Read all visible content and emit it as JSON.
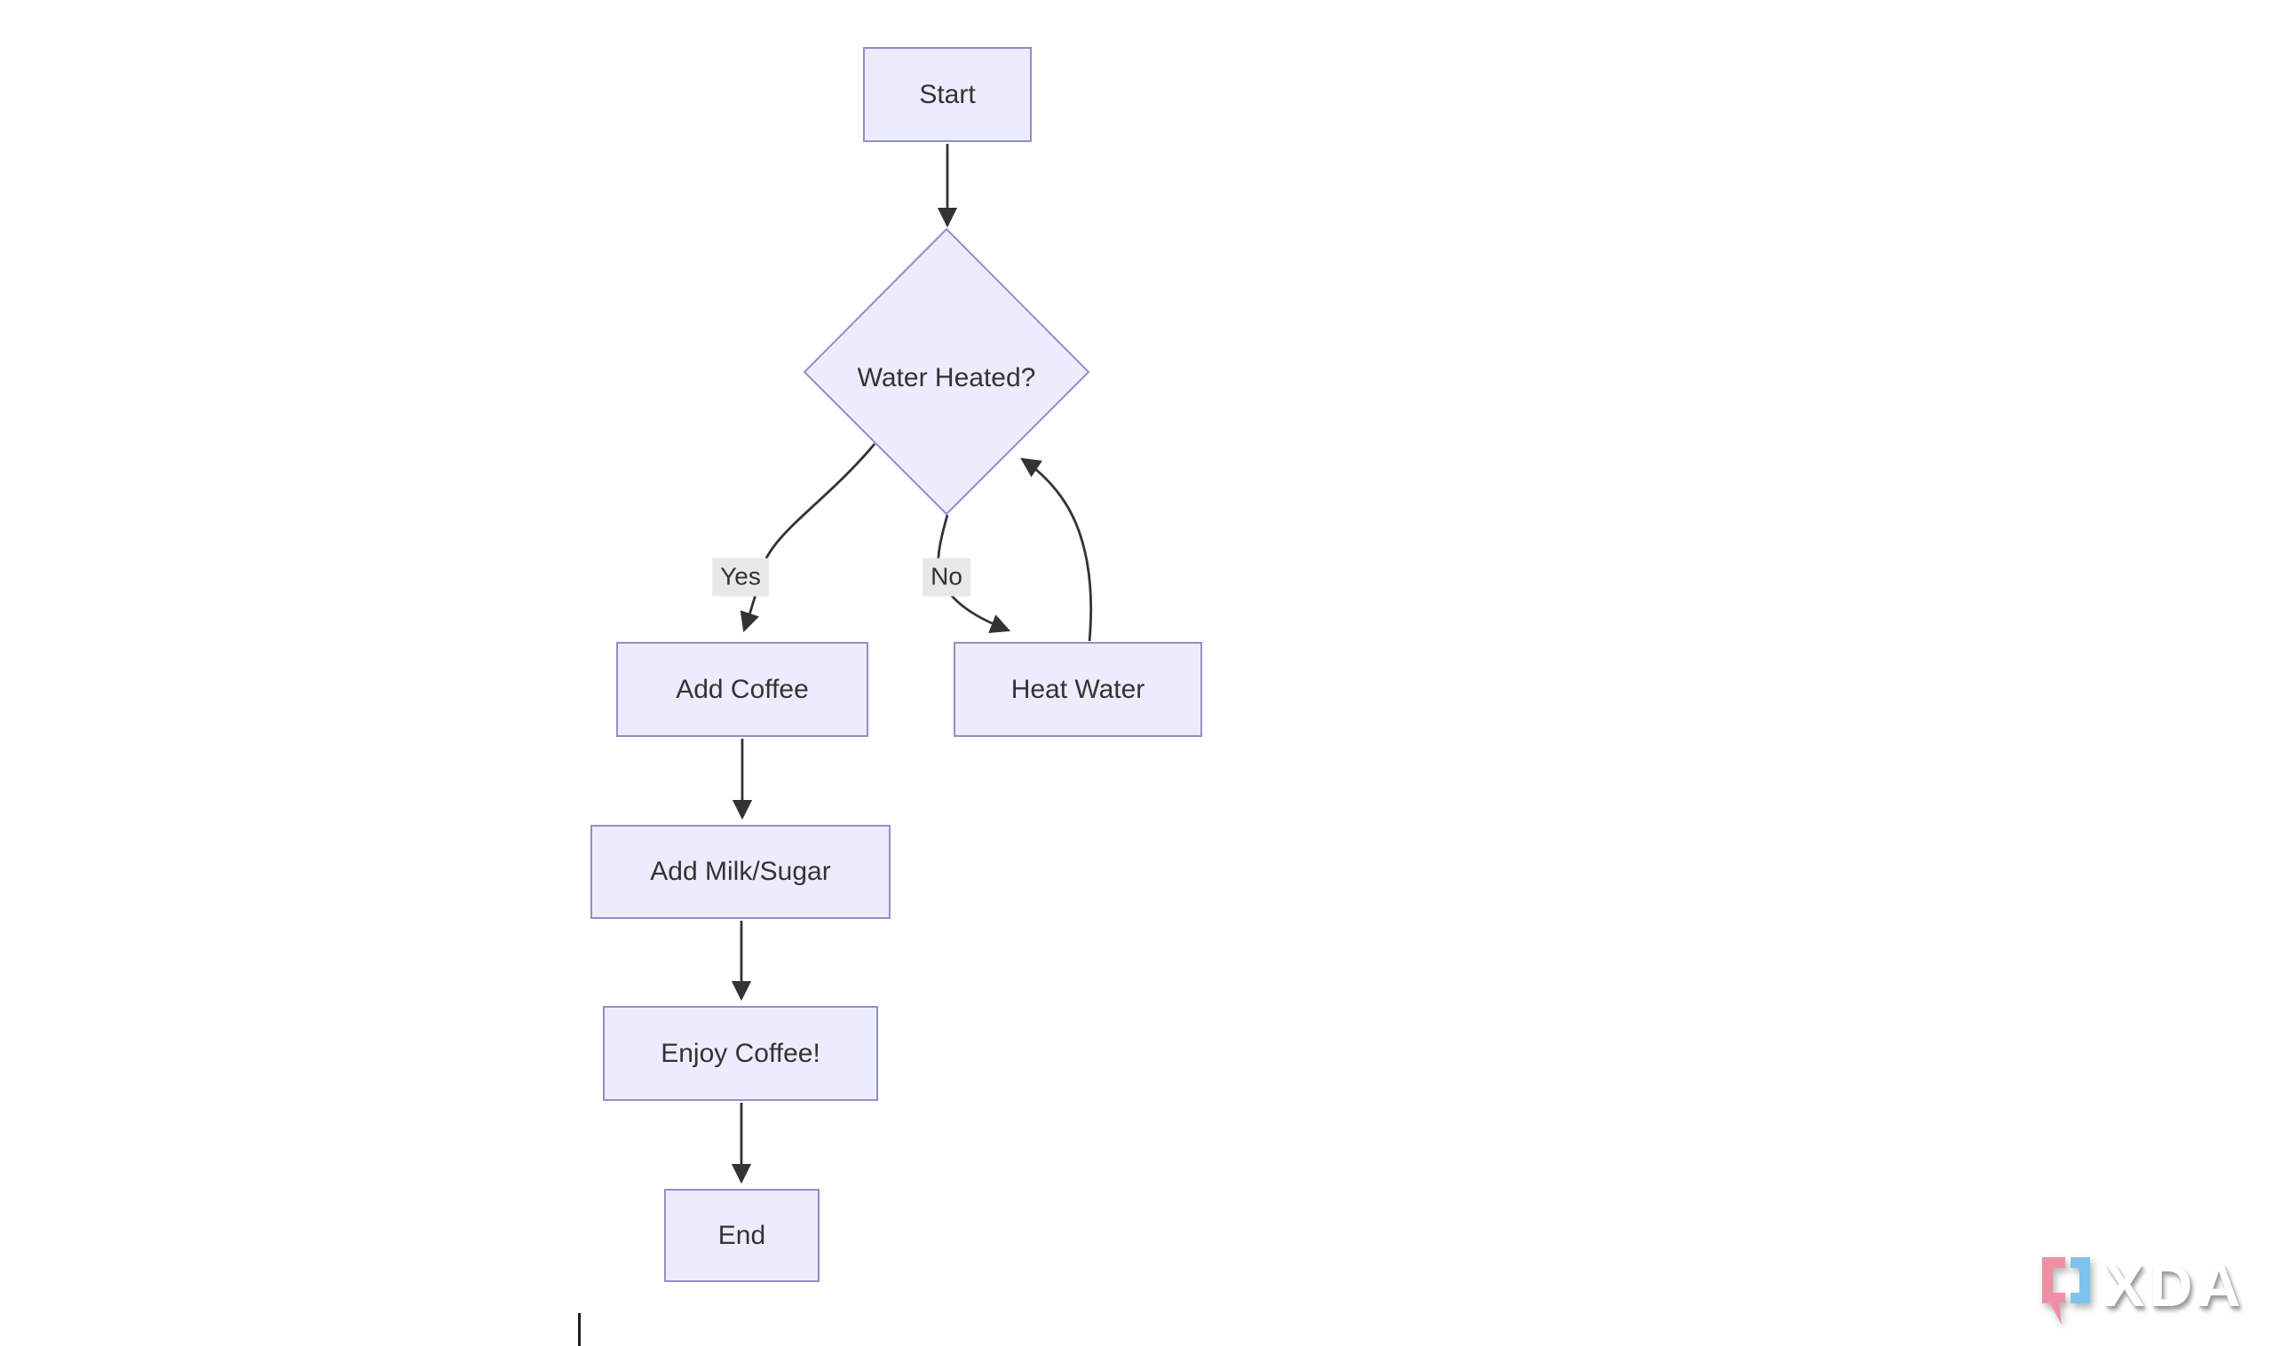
{
  "page": {
    "background": "#ffffff"
  },
  "diagram": {
    "type": "flowchart",
    "direction": "top-down",
    "theme": {
      "node_fill": "#ECECFF",
      "node_border": "#968cc8",
      "edge_color": "#333333",
      "edge_label_bg": "#e8e8e8",
      "text_color": "#333333"
    },
    "nodes": [
      {
        "id": "start",
        "shape": "rect",
        "label": "Start"
      },
      {
        "id": "decision",
        "shape": "diamond",
        "label": "Water Heated?"
      },
      {
        "id": "add-coffee",
        "shape": "rect",
        "label": "Add Coffee"
      },
      {
        "id": "heat-water",
        "shape": "rect",
        "label": "Heat Water"
      },
      {
        "id": "add-milk",
        "shape": "rect",
        "label": "Add Milk/Sugar"
      },
      {
        "id": "enjoy",
        "shape": "rect",
        "label": "Enjoy Coffee!"
      },
      {
        "id": "end",
        "shape": "rect",
        "label": "End"
      }
    ],
    "edges": [
      {
        "from": "start",
        "to": "decision",
        "label": ""
      },
      {
        "from": "decision",
        "to": "add-coffee",
        "label": "Yes"
      },
      {
        "from": "decision",
        "to": "heat-water",
        "label": "No"
      },
      {
        "from": "heat-water",
        "to": "decision",
        "label": ""
      },
      {
        "from": "add-coffee",
        "to": "add-milk",
        "label": ""
      },
      {
        "from": "add-milk",
        "to": "enjoy",
        "label": ""
      },
      {
        "from": "enjoy",
        "to": "end",
        "label": ""
      }
    ]
  },
  "editor": {
    "caret_visible": true
  },
  "watermark": {
    "brand": "XDA",
    "colors": {
      "bracket_pink": "#ee8fa6",
      "bracket_blue": "#7ec3e9",
      "letters": "#ffffff"
    }
  }
}
